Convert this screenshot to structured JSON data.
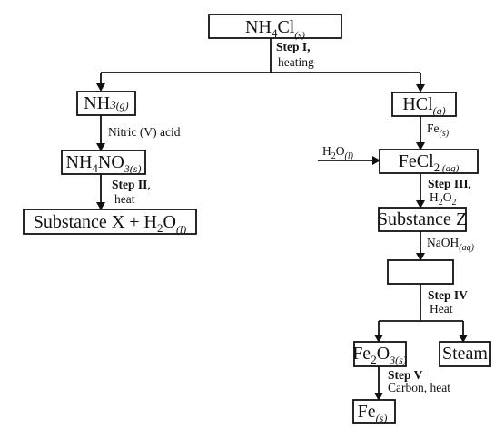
{
  "nodes": {
    "nh4cl": {
      "main": "NH",
      "sub1": "4",
      "main2": "Cl",
      "state": "(s)"
    },
    "nh3": {
      "main": "NH",
      "sub1": "3",
      "state": "(g)"
    },
    "hcl": {
      "main": "HCl",
      "state": "(g)"
    },
    "nh4no3": {
      "main": "NH",
      "sub1": "4",
      "main2": "NO",
      "sub2": "3",
      "state": "(s)"
    },
    "fecl2": {
      "main": "FeCl",
      "sub1": "2",
      "state": " (aq)"
    },
    "substance_x": {
      "prefix": "Substance X + H",
      "sub1": "2",
      "main2": "O",
      "state": "(l)"
    },
    "substance_z": {
      "text": "Substance Z"
    },
    "unknown": {
      "text": ""
    },
    "fe2o3": {
      "main": "Fe",
      "sub1": "2",
      "main2": "O",
      "state": "3(s)"
    },
    "steam": {
      "text": "Steam"
    },
    "fe": {
      "main": "Fe",
      "state": "(s)"
    }
  },
  "conditions": {
    "step1": {
      "step": "Step I,",
      "text": "heating"
    },
    "nitric": {
      "text": "Nitric (V) acid"
    },
    "fe_s": {
      "main": "Fe",
      "state": "(s)"
    },
    "h2o": {
      "main": "H",
      "sub1": "2",
      "main2": "O",
      "state": "(l)"
    },
    "step2": {
      "step": "Step II",
      "comma": ",",
      "text": "heat"
    },
    "step3": {
      "step": "Step III",
      "comma": ",",
      "main": "H",
      "sub1": "2",
      "main2": "O",
      "sub2": "2"
    },
    "naoh": {
      "main": "NaOH",
      "state": "(aq)"
    },
    "step4": {
      "step": "Step IV",
      "text": "Heat"
    },
    "step5": {
      "step": "Step V",
      "text": "Carbon, heat"
    }
  }
}
